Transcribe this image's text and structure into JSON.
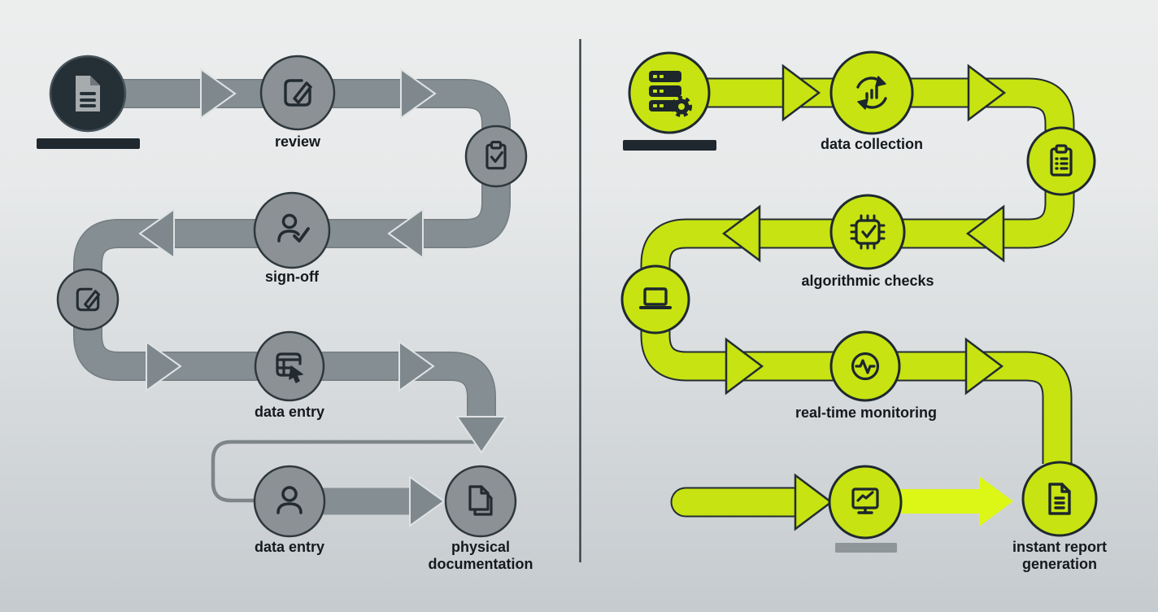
{
  "colors": {
    "manual_theme": "#858e92",
    "automated_theme": "#c7e312",
    "automated_highlight": "#dcf716",
    "dark_accent": "#202a30",
    "background_top": "#e9ebec",
    "background_bottom": "#c8cdd1",
    "label_text": "#15191d"
  },
  "manual_flow": {
    "start": {
      "icon": "document-icon",
      "marker": "dark-underline"
    },
    "steps": [
      {
        "label": "review",
        "icon": "edit-icon"
      },
      {
        "label": "",
        "icon": "clipboard-check-icon"
      },
      {
        "label": "sign-off",
        "icon": "person-check-icon"
      },
      {
        "label": "",
        "icon": "edit-icon"
      },
      {
        "label": "data entry",
        "icon": "table-cursor-icon"
      },
      {
        "label": "data entry",
        "icon": "person-icon"
      },
      {
        "label": "physical documentation",
        "icon": "documents-icon"
      }
    ]
  },
  "automated_flow": {
    "start": {
      "icon": "server-gear-icon",
      "marker": "dark-underline"
    },
    "steps": [
      {
        "label": "data collection",
        "icon": "sync-chart-icon"
      },
      {
        "label": "",
        "icon": "clipboard-list-icon"
      },
      {
        "label": "algorithmic checks",
        "icon": "chip-check-icon"
      },
      {
        "label": "",
        "icon": "laptop-icon"
      },
      {
        "label": "real-time monitoring",
        "icon": "pulse-icon"
      },
      {
        "label": "",
        "icon": "monitor-chart-icon",
        "marker": "gray-underline"
      },
      {
        "label": "instant report generation",
        "icon": "report-icon"
      }
    ]
  }
}
